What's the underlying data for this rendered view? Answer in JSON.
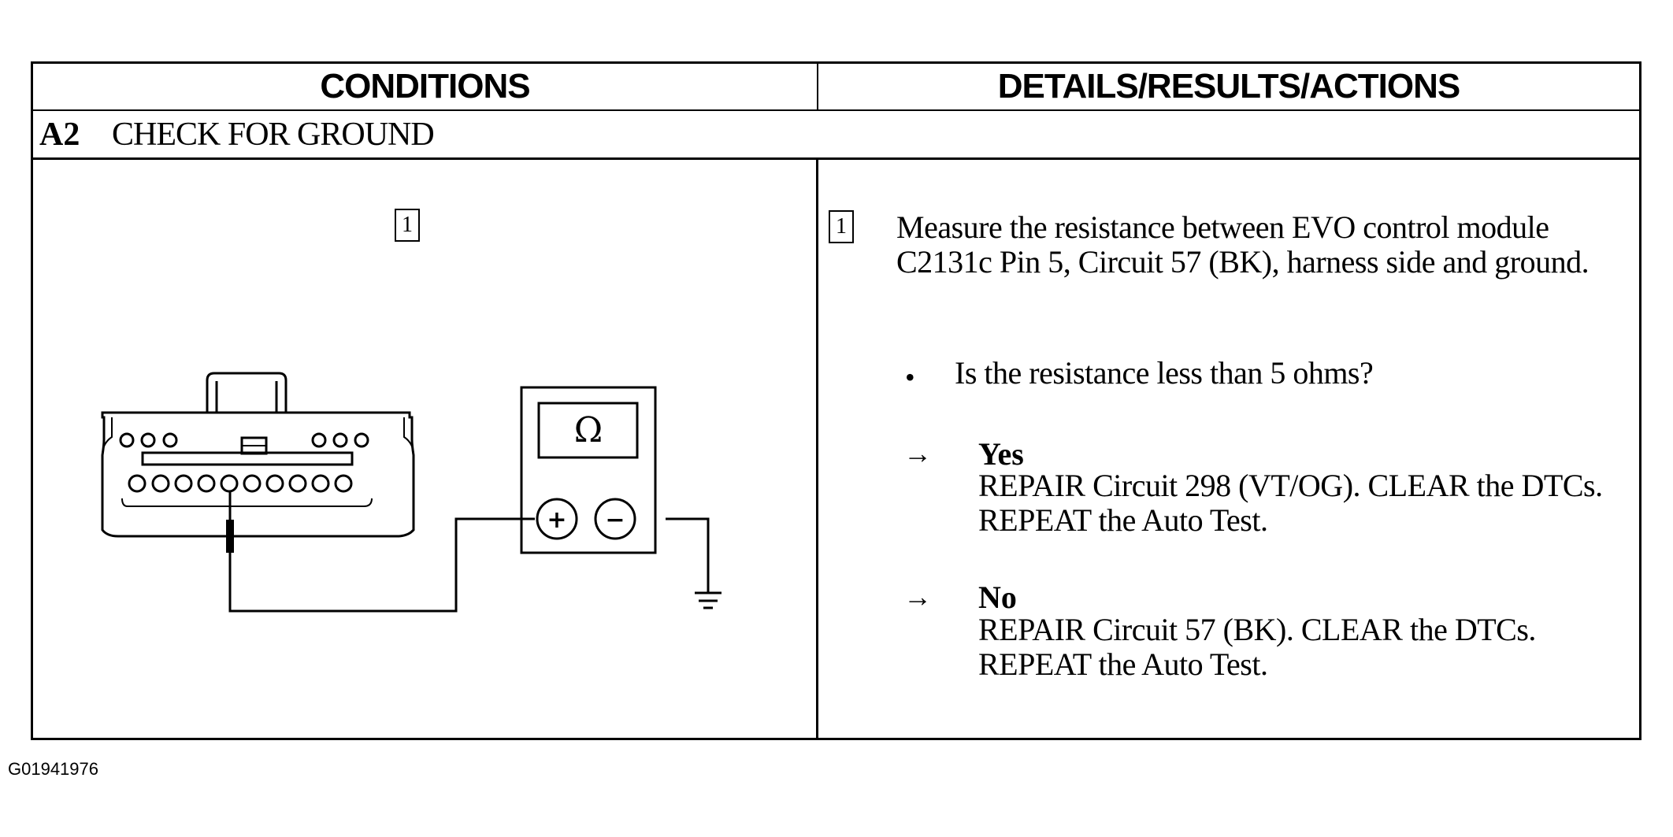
{
  "header": {
    "conditions": "CONDITIONS",
    "details": "DETAILS/RESULTS/ACTIONS"
  },
  "step": {
    "number": "A2",
    "title": "CHECK FOR GROUND"
  },
  "diagram": {
    "callout": "1",
    "meter_symbol": "Ω",
    "plus": "+",
    "minus": "−",
    "icons": [
      "connector-icon",
      "ohmmeter-icon",
      "ground-symbol-icon"
    ]
  },
  "details": {
    "callout": "1",
    "instruction": "Measure the resistance between EVO control module C2131c Pin 5, Circuit 57 (BK), harness side and ground.",
    "bullet": "•",
    "question": "Is the resistance less than 5 ohms?",
    "arrow": "→",
    "yes_label": "Yes",
    "yes_action": "REPAIR Circuit 298 (VT/OG). CLEAR the DTCs. REPEAT the Auto Test.",
    "no_label": "No",
    "no_action": "REPAIR Circuit 57 (BK). CLEAR the DTCs. REPEAT the Auto Test."
  },
  "figure_id": "G01941976"
}
